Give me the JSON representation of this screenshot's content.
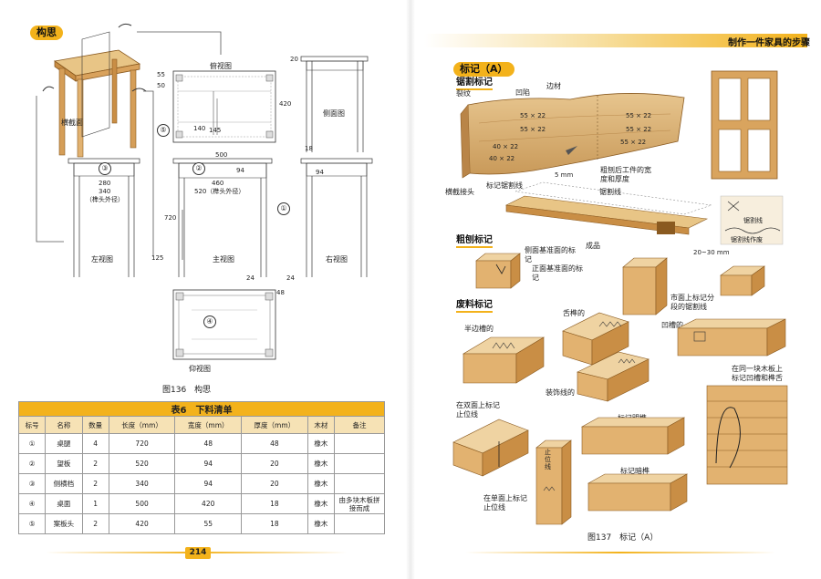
{
  "left_page": {
    "section_tag": "构思",
    "labels": {
      "top_view": "俯视图",
      "side_view": "侧面图",
      "cross_section": "横截面",
      "left_view": "左视图",
      "front_view": "主视图",
      "right_view": "右视图",
      "bottom_view": "仰视图"
    },
    "dimensions": {
      "d55": "55",
      "d50": "50",
      "d420": "420",
      "d20": "20",
      "d140": "140",
      "d145": "145",
      "d500": "500",
      "d18": "18",
      "d94a": "94",
      "d94b": "94",
      "d280": "280",
      "d340": "340",
      "d340_note": "（榫头外径）",
      "d460": "460",
      "d520": "520（榫头外径）",
      "d720": "720",
      "d125": "125",
      "d24a": "24",
      "d24b": "24",
      "d48": "48"
    },
    "part_marks": [
      "①",
      "②",
      "③",
      "④",
      "⑤"
    ],
    "figure_caption": "图136　构思",
    "table": {
      "title": "表6　下料清单",
      "headers": [
        "标号",
        "名称",
        "数量",
        "长度（mm）",
        "宽度（mm）",
        "厚度（mm）",
        "木材",
        "备注"
      ],
      "rows": [
        [
          "①",
          "桌腿",
          "4",
          "720",
          "48",
          "48",
          "橡木",
          ""
        ],
        [
          "②",
          "望板",
          "2",
          "520",
          "94",
          "20",
          "橡木",
          ""
        ],
        [
          "③",
          "侧横档",
          "2",
          "340",
          "94",
          "20",
          "橡木",
          ""
        ],
        [
          "④",
          "桌面",
          "1",
          "500",
          "420",
          "18",
          "橡木",
          "由多块木板拼接而成"
        ],
        [
          "⑤",
          "案板头",
          "2",
          "420",
          "55",
          "18",
          "橡木",
          ""
        ]
      ]
    },
    "page_number": "214"
  },
  "right_page": {
    "header": "制作一件家具的步骤",
    "section_tag": "标记（A）",
    "sub_saw": "锯割标记",
    "sub_rough": "粗刨标记",
    "sub_waste": "废料标记",
    "labels": {
      "crack": "裂纹",
      "dent": "凹陷",
      "edge": "边材",
      "m1": "55 × 22",
      "m2": "55 × 22",
      "m3": "55 × 22",
      "m4": "55 × 22",
      "m5": "55 × 22",
      "m6": "40 × 22",
      "m7": "40 × 22",
      "joint": "横截接头",
      "saw_mark": "标记锯割线",
      "rough_note": "粗刨后工件的宽度和厚度",
      "mm5": "5 mm",
      "saw_line": "锯割线",
      "product": "成品",
      "mm2030": "20~30 mm",
      "saw_line2": "锯割线",
      "saw_line_done": "锯割线作废",
      "face_side": "侧面基准面的标记",
      "face_front": "正面基准面的标记",
      "half_groove": "半边槽的",
      "tongue": "舌榫的",
      "market": "市面上标记分段的锯割线",
      "groove": "凹槽的",
      "decor": "装饰线的",
      "both_face": "在双面上标记止位线",
      "stop_line": "止位线",
      "open_tenon": "标记明榫",
      "same_board": "在同一块木板上标记凹槽和榫舌",
      "blind_tenon": "标记暗榫",
      "single_face": "在单面上标记止位线"
    },
    "figure_caption": "图137　标记（A）"
  }
}
